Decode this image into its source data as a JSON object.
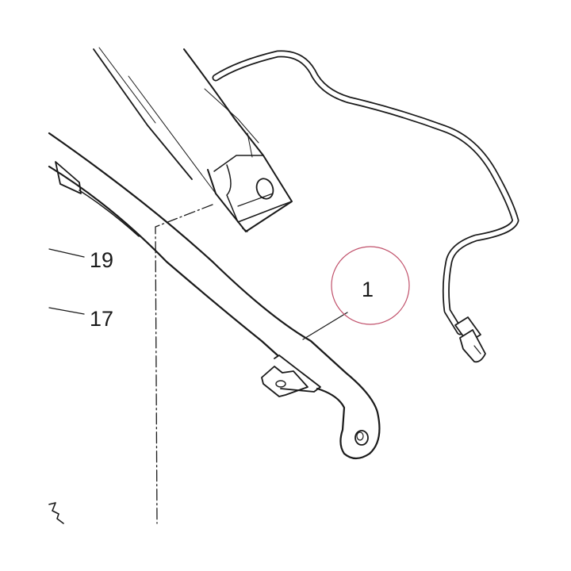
{
  "diagram": {
    "callouts": [
      {
        "id": "19",
        "text": "19"
      },
      {
        "id": "17",
        "text": "17"
      },
      {
        "id": "1",
        "text": "1"
      }
    ],
    "colors": {
      "line": "#1a1a1a",
      "highlight_circle": "#c0506a",
      "background": "#ffffff"
    }
  }
}
